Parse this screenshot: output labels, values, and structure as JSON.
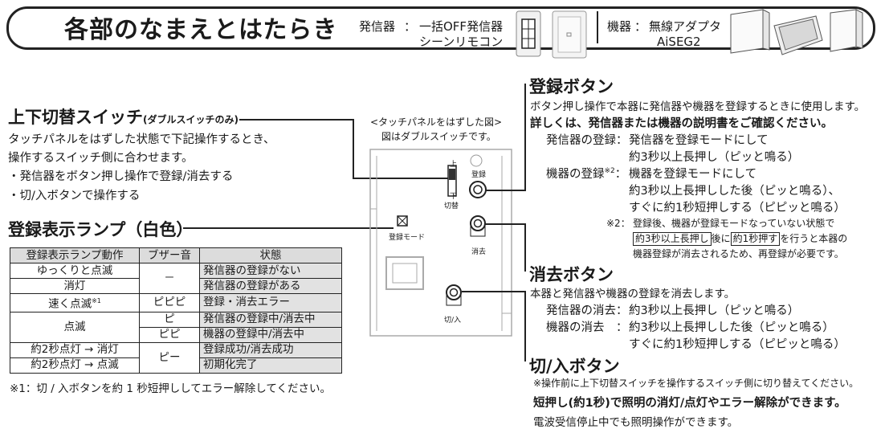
{
  "header": {
    "title": "各部のなまえとはたらき",
    "transmitter_label": "発信器",
    "transmitter_sep": "：",
    "transmitter_line1": "一括OFF発信器",
    "transmitter_line2": "シーンリモコン",
    "device_label": "機器",
    "device_sep": "：",
    "device_line1": "無線アダプタ",
    "device_line2": "AiSEG2"
  },
  "updown": {
    "title": "上下切替スイッチ",
    "subtitle": "(ダブルスイッチのみ)",
    "line1": "タッチパネルをはずした状態で下記操作するとき、",
    "line2": "操作するスイッチ側に合わせます。",
    "bullet1": "・発信器をボタン押し操作で登録/消去する",
    "bullet2": "・切/入ボタンで操作する"
  },
  "lamp": {
    "title": "登録表示ランプ（白色）"
  },
  "table": {
    "headers": [
      "登録表示ランプ動作",
      "ブザー音",
      "状態"
    ],
    "rows": [
      {
        "action": "ゆっくりと点滅",
        "buzzer": "－",
        "state": "発信器の登録がない"
      },
      {
        "action": "消灯",
        "buzzer": "",
        "state": "発信器の登録がある"
      },
      {
        "action": "速く点滅",
        "action_sup": "※1",
        "buzzer": "ピピピ",
        "state": "登録・消去エラー"
      },
      {
        "action": "点滅",
        "buzzer": "ピ",
        "state": "発信器の登録中/消去中"
      },
      {
        "action": "",
        "buzzer": "ピピ",
        "state": "機器の登録中/消去中"
      },
      {
        "action": "約2秒点灯 → 消灯",
        "buzzer": "ピー",
        "state": "登録成功/消去成功"
      },
      {
        "action": "約2秒点灯 → 点滅",
        "buzzer": "",
        "state": "初期化完了"
      }
    ]
  },
  "footnote1": "※1：切 / 入ボタンを約 1 秒短押ししてエラー解除してください。",
  "diagram": {
    "caption1": "<タッチパネルをはずした図>",
    "caption2": "図はダブルスイッチです。",
    "up": "上",
    "down": "下",
    "switch_label": "切替",
    "register_label": "登録",
    "mode_label": "登録モード",
    "erase_label": "消去",
    "onoff_label": "切/入"
  },
  "register_btn": {
    "title": "登録ボタン",
    "line1": "ボタン押し操作で本器に発信器や機器を登録するときに使用します。",
    "line2": "詳しくは、発信器または機器の説明書をご確認ください。",
    "tx_label": "発信器の登録：",
    "tx_line1": "発信器を登録モードにして",
    "tx_line2": "約3秒以上長押し（ピッと鳴る）",
    "dev_label": "機器の登録",
    "dev_sup": "※2",
    "dev_colon": "：",
    "dev_line1": "機器を登録モードにして",
    "dev_line2": "約3秒以上長押しした後（ピッと鳴る）、",
    "dev_line3": "すぐに約1秒短押しする（ピピッと鳴る）",
    "note_mark": "※2：",
    "note_line1": "登録後、機器が登録モードなっていない状態で",
    "note_box1": "約3秒以上長押し",
    "note_mid": "後に",
    "note_box2": "約1秒押す",
    "note_end": "を行うと本器の",
    "note_line3": "機器登録が消去されるため、再登録が必要です。"
  },
  "erase_btn": {
    "title": "消去ボタン",
    "line1": "本器と発信器や機器の登録を消去します。",
    "tx_label": "発信器の消去：",
    "tx_line1": "約3秒以上長押し（ピッと鳴る）",
    "dev_label": "機器の消去　：",
    "dev_line1": "約3秒以上長押しした後（ピッと鳴る）",
    "dev_line2": "すぐに約1秒短押しする（ピピッと鳴る）"
  },
  "onoff_btn": {
    "title": "切/入ボタン",
    "line1": "※操作前に上下切替スイッチを操作するスイッチ側に切り替えてください。",
    "line2": "短押し(約1秒)で照明の消灯/点灯やエラー解除ができます。",
    "line3": "電波受信停止中でも照明操作ができます。"
  }
}
